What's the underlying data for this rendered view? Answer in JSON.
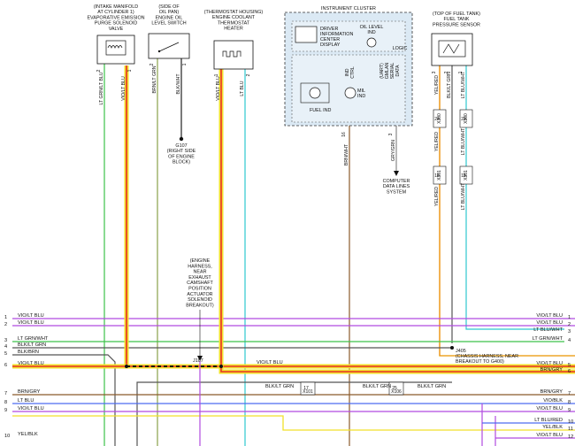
{
  "components": {
    "purge_valve": [
      "(INTAKE MANIFOLD",
      "AT CYLINDER 1)",
      "EVAPORATIVE EMISSION",
      "PURGE SOLENOID",
      "VALVE"
    ],
    "oil_switch": [
      "(SIDE OF",
      "OIL PAN)",
      "ENGINE OIL",
      "LEVEL SWITCH"
    ],
    "thermostat": [
      "(THERMOSTAT HOUSING)",
      "ENGINE COOLANT",
      "THERMOSTAT",
      "HEATER"
    ],
    "cluster_title": "INSTRUMENT CLUSTER",
    "driver_display": [
      "DRIVER",
      "INFORMATION",
      "CENTER",
      "DISPLAY"
    ],
    "oil_ind": [
      "OIL LEVEL",
      "IND"
    ],
    "logic": "LOGIC",
    "fuel_ind": "FUEL IND",
    "mil_ind": [
      "MIL",
      "IND"
    ],
    "ind_ctrl": [
      "IND",
      "CTRL"
    ],
    "uart": [
      "(UART)",
      "GMLAN",
      "SERIAL",
      "DATA"
    ],
    "fuel_sensor": [
      "(TOP OF FUEL TANK)",
      "FUEL TANK",
      "PRESSURE SENSOR"
    ],
    "g107": [
      "G107",
      "(RIGHT SIDE",
      "OF ENGINE",
      "BLOCK)"
    ],
    "data_lines": [
      "COMPUTER",
      "DATA LINES",
      "SYSTEM"
    ],
    "engine_harness": [
      "(ENGINE",
      "HARNESS,",
      "NEAR",
      "EXHAUST",
      "CAMSHAFT",
      "POSITION",
      "ACTUATOR",
      "SOLENOID",
      "BREAKOUT)"
    ],
    "j107": "J107",
    "j405": [
      "J405",
      "(CHASSIS HARNESS, NEAR",
      "BREAKOUT TO G400)"
    ]
  },
  "pins": {
    "purge_a": "2",
    "purge_b": "1",
    "oil_a": "2",
    "oil_b": "1",
    "therm_a": "1",
    "therm_b": "2",
    "fuel_a": "3",
    "fuel_b": "2",
    "fuel_c": "1",
    "c16": "16",
    "c3": "3",
    "c24": "24",
    "c16b": "16",
    "c23": "23",
    "c15": "15",
    "c17": "17",
    "c25": "25"
  },
  "connectors": {
    "x300a": "X300",
    "x300b": "X300",
    "x301a": "X301",
    "x301b": "X301",
    "x101": "X101",
    "x106": "X106"
  },
  "wire_labels": {
    "purge_a": "LT GRN/LT BLU",
    "purge_b": "VIO/LT BLU",
    "oil_a": "BRN/LT GRN",
    "oil_b": "BLK/WHT",
    "therm_a": "VIO/LT BLU",
    "therm_b": "LT BLU",
    "brn_wht": "BRN/WHT",
    "gry_grn": "GRY/GRN",
    "fuel_a1": "YEL/RED",
    "fuel_b1": "BLK/LT GRN",
    "fuel_c1": "LT BLU/WHT",
    "fuel_a2": "YEL/RED",
    "fuel_c2": "LT BLU/WHT",
    "fuel_a3": "YEL/RED",
    "fuel_c3": "LT BLU/WHT",
    "mid_vio": "VIO/LT BLU",
    "blk_grn_17": "BLK/LT GRN",
    "blk_grn_25a": "BLK/LT GRN",
    "blk_grn_25b": "BLK/LT GRN"
  },
  "left_rows": [
    {
      "n": "1",
      "label": "VIO/LT BLU"
    },
    {
      "n": "2",
      "label": "VIO/LT BLU"
    },
    {
      "n": "3",
      "label": "LT GRN/WHT"
    },
    {
      "n": "4",
      "label": "BLK/LT GRN"
    },
    {
      "n": "5",
      "label": "BLK/BRN"
    },
    {
      "n": "6",
      "label": "VIO/LT BLU"
    },
    {
      "n": "7",
      "label": "BRN/GRY"
    },
    {
      "n": "8",
      "label": "LT BLU"
    },
    {
      "n": "9",
      "label": "VIO/LT BLU"
    },
    {
      "n": "10",
      "label": "YEL/BLK"
    }
  ],
  "right_rows": [
    {
      "n": "1",
      "label": "VIO/LT BLU"
    },
    {
      "n": "2",
      "label": "VIO/LT BLU"
    },
    {
      "n": "3",
      "label": "LT BLU/WHT"
    },
    {
      "n": "4",
      "label": "LT GRN/WHT"
    },
    {
      "n": "5",
      "label": "VIO/LT BLU"
    },
    {
      "n": "6",
      "label": "BRN/GRY"
    },
    {
      "n": "7",
      "label": "BRN/GRY"
    },
    {
      "n": "8",
      "label": "VIO/BLK"
    },
    {
      "n": "9",
      "label": "VIO/LT BLU"
    },
    {
      "n": "10",
      "label": "LT BLU/RED"
    },
    {
      "n": "11",
      "label": "YEL/BLK"
    },
    {
      "n": "12",
      "label": "VIO/LT BLU"
    }
  ],
  "colors": {
    "violet": "#b04be0",
    "green": "#3cc24a",
    "turquoise": "#2ec7cf",
    "blue": "#4d6cf0",
    "black": "#222222",
    "yellow": "#f2e12a",
    "red": "#e8302a",
    "brown": "#8b5a2b",
    "olive": "#8aa04a"
  }
}
